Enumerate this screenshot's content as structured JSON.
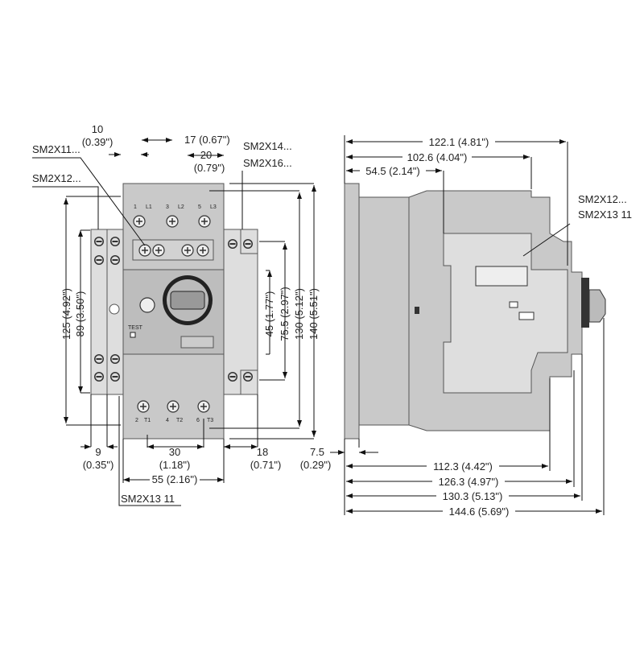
{
  "front_view": {
    "labels": {
      "sm2x11": "SM2X11...",
      "sm2x12": "SM2X12...",
      "sm2x14": "SM2X14...",
      "sm2x16": "SM2X16...",
      "sm2x13": "SM2X13 11"
    },
    "terminals_top": [
      "1",
      "L1",
      "3",
      "L2",
      "5",
      "L3"
    ],
    "terminals_bottom": [
      "2",
      "T1",
      "4",
      "T2",
      "6",
      "T3"
    ],
    "test_label": "TEST",
    "dimensions": {
      "d10": "10",
      "d10_in": "(0.39\")",
      "d17": "17 (0.67\")",
      "d20": "20",
      "d20_in": "(0.79\")",
      "d125": "125 (4.92\")",
      "d89": "89 (3.50\")",
      "d45": "45 (1.77\")",
      "d75": "75.5 (2.97\")",
      "d130": "130 (5.12\")",
      "d140": "140 (5.51\")",
      "d9": "9",
      "d9_in": "(0.35\")",
      "d30": "30",
      "d30_in": "(1.18\")",
      "d18": "18",
      "d18_in": "(0.71\")",
      "d55": "55 (2.16\")"
    }
  },
  "side_view": {
    "labels": {
      "sm2x12": "SM2X12...",
      "sm2x13": "SM2X13 11"
    },
    "dimensions": {
      "d122": "122.1 (4.81\")",
      "d102": "102.6 (4.04\")",
      "d54": "54.5 (2.14\")",
      "d7": "7.5",
      "d7_in": "(0.29\")",
      "d112": "112.3 (4.42\")",
      "d126": "126.3 (4.97\")",
      "d130": "130.3 (5.13\")",
      "d144": "144.6 (5.69\")"
    }
  }
}
